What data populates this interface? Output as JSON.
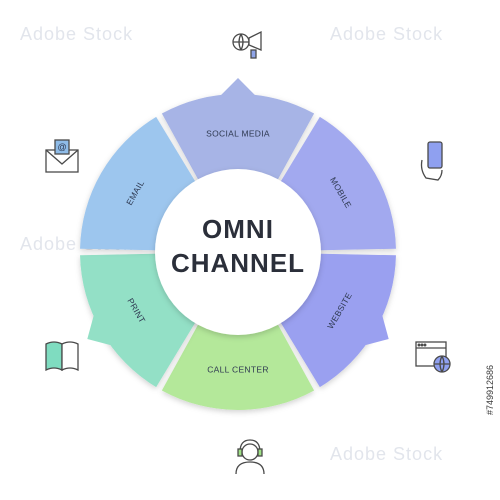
{
  "center": {
    "line1": "OMNI",
    "line2": "CHANNEL"
  },
  "segments": [
    {
      "label": "SOCIAL MEDIA",
      "color": "#a7b4e6",
      "icon": "megaphone-globe-icon"
    },
    {
      "label": "MOBILE",
      "color": "#a2a9ef",
      "icon": "smartphone-hand-icon"
    },
    {
      "label": "WEBSITE",
      "color": "#9aa0f0",
      "icon": "browser-globe-icon"
    },
    {
      "label": "CALL CENTER",
      "color": "#b4e89a",
      "icon": "headset-agent-icon"
    },
    {
      "label": "PRINT",
      "color": "#93e0c6",
      "icon": "open-book-icon"
    },
    {
      "label": "EMAIL",
      "color": "#9dc6ee",
      "icon": "envelope-at-icon"
    }
  ],
  "watermark": {
    "text": "Adobe Stock",
    "stock_id": "#749912686"
  }
}
